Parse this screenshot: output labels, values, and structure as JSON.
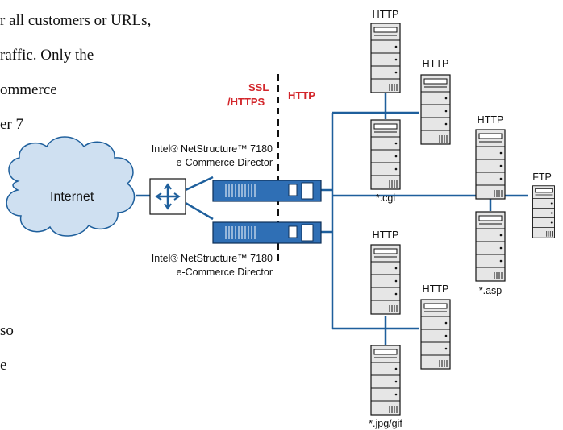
{
  "background_text": {
    "lines": [
      "r all customers or URLs,",
      "raffic. Only the",
      "ommerce",
      "er 7",
      "so",
      "e"
    ]
  },
  "cloud": {
    "label": "Internet"
  },
  "divider": {
    "left_label_1": "SSL",
    "left_label_2": "/HTTPS",
    "right_label": "HTTP",
    "right_color": "#d3262b"
  },
  "directors": {
    "top": {
      "label_1": "Intel® NetStructure™ 7180",
      "label_2": "e-Commerce Director"
    },
    "bottom": {
      "label_1": "Intel® NetStructure™ 7180",
      "label_2": "e-Commerce Director"
    }
  },
  "servers": {
    "s1": {
      "top_label": "HTTP",
      "bottom_label": ""
    },
    "s2": {
      "top_label": "HTTP",
      "bottom_label": ""
    },
    "s3": {
      "top_label": "",
      "bottom_label": "*.cgi"
    },
    "s4": {
      "top_label": "HTTP",
      "bottom_label": ""
    },
    "s5": {
      "top_label": "FTP",
      "bottom_label": ""
    },
    "s6": {
      "top_label": "",
      "bottom_label": "*.asp"
    },
    "s7": {
      "top_label": "HTTP",
      "bottom_label": ""
    },
    "s8": {
      "top_label": "HTTP",
      "bottom_label": ""
    },
    "s9": {
      "top_label": "",
      "bottom_label": "*.jpg/gif"
    }
  },
  "colors": {
    "link": "#1e5f9c",
    "director": "#2f6fb5",
    "cloud": "#cfe0f1"
  }
}
